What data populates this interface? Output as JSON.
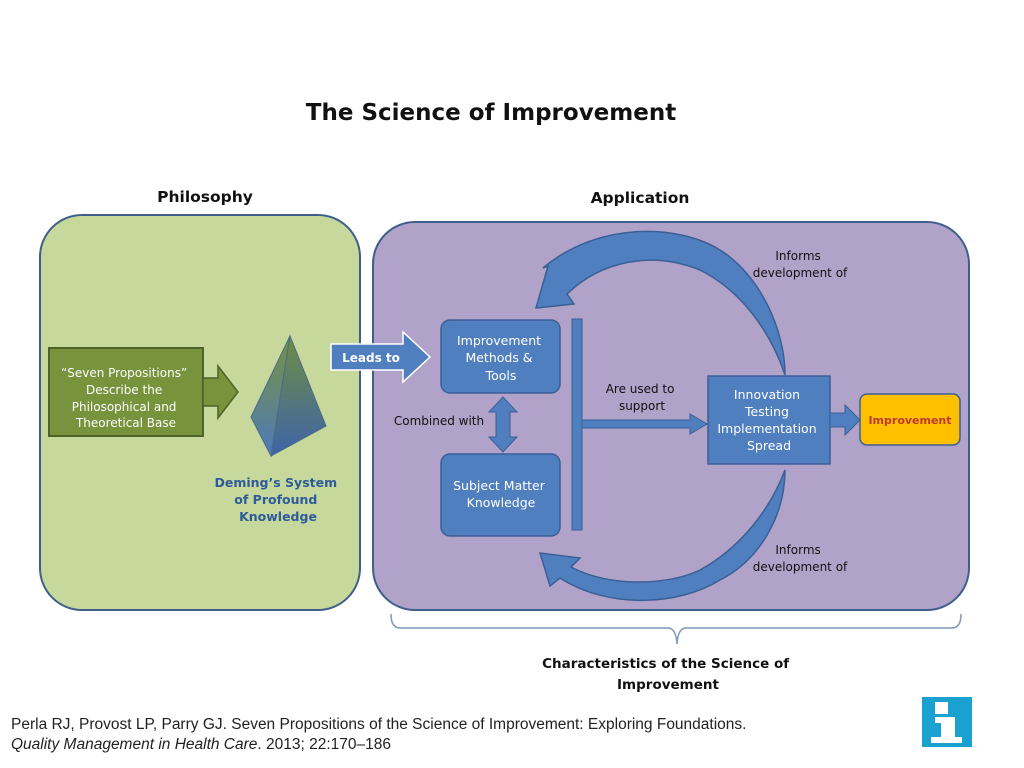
{
  "title": "The Science of Improvement",
  "headings": {
    "philosophy": "Philosophy",
    "application": "Application"
  },
  "nodes": {
    "seven_propositions": [
      "“Seven Propositions”",
      "Describe the",
      "Philosophical and",
      "Theoretical Base"
    ],
    "deming": [
      "Deming’s System",
      "of Profound",
      "Knowledge"
    ],
    "methods_tools": [
      "Improvement",
      "Methods &",
      "Tools"
    ],
    "subject_matter": [
      "Subject Matter",
      "Knowledge"
    ],
    "innovation": [
      "Innovation",
      "Testing",
      "Implementation",
      "Spread"
    ],
    "improvement": "Improvement"
  },
  "edge_labels": {
    "leads_to": "Leads to",
    "combined_with": "Combined with",
    "used_to_support": [
      "Are used to",
      "support"
    ],
    "informs_top": [
      "Informs",
      "development of"
    ],
    "informs_bottom": [
      "Informs",
      "development of"
    ]
  },
  "characteristics": [
    "Characteristics of  the Science of",
    "Improvement"
  ],
  "citation": {
    "line1": "Perla RJ, Provost LP, Parry GJ. Seven Propositions of the Science of Improvement: Exploring Foundations.",
    "journal": "Quality Management in Health Care",
    "details": ". 2013; 22:170–186"
  },
  "colors": {
    "philosophy_panel": "#c6d89c",
    "application_panel": "#b1a2c9",
    "panel_border": "#3f5f8a",
    "box_blue": "#4f7fbf",
    "box_green": "#77933c",
    "improvement_box": "#ffc000",
    "logo": "#1aa1cf"
  },
  "icons": {
    "logo": "info-i-icon"
  }
}
